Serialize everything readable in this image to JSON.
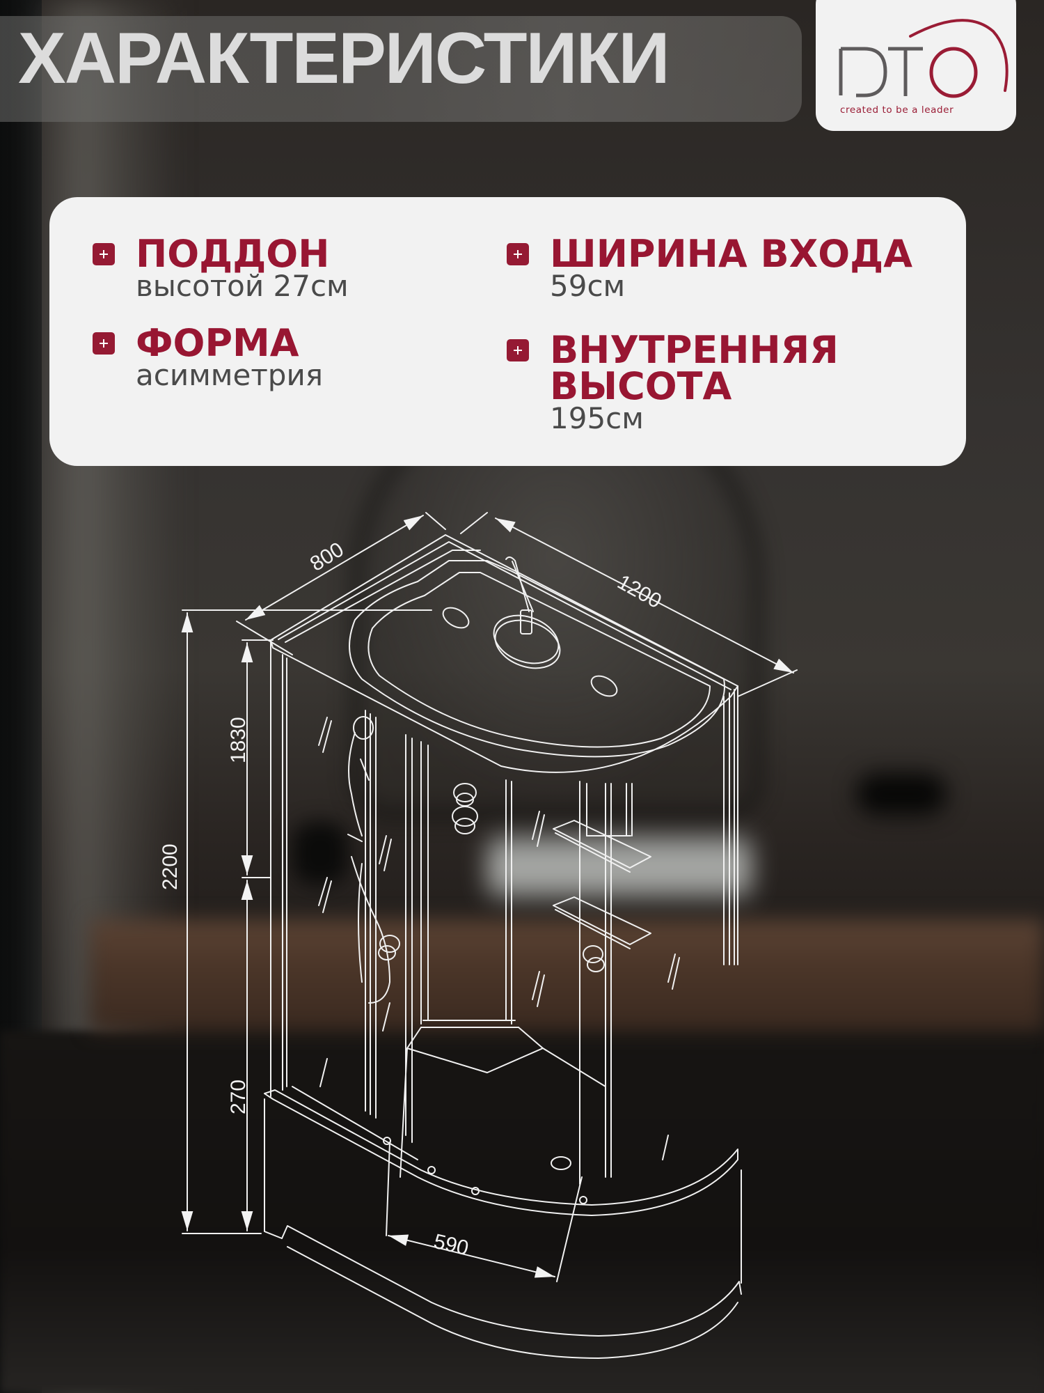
{
  "header": {
    "title": "ХАРАКТЕРИСТИКИ"
  },
  "logo": {
    "wordmark": "DTO",
    "tagline": "created to be a leader",
    "colors": {
      "gray": "#5e5b5c",
      "red": "#9a1c35"
    }
  },
  "specs": {
    "items": [
      {
        "icon": "plus-icon",
        "title": "ПОДДОН",
        "value": "высотой 27см"
      },
      {
        "icon": "plus-icon",
        "title": "ФОРМА",
        "value": "асимметрия"
      },
      {
        "icon": "plus-icon",
        "title": "ШИРИНА ВХОДА",
        "value": "59см"
      },
      {
        "icon": "plus-icon",
        "title_line1": "ВНУТРЕННЯЯ",
        "title_line2": "ВЫСОТА",
        "value": "195см"
      }
    ],
    "colors": {
      "heading": "#981632",
      "value": "#4a4a4a",
      "card": "#f2f2f2",
      "icon_bg": "#951a33"
    }
  },
  "diagram": {
    "subject": "shower-cabin-line-drawing",
    "dimensions": {
      "depth": "800",
      "length": "1200",
      "total_height": "2200",
      "cabin_height": "1830",
      "tray_height": "270",
      "entrance_width": "590"
    }
  }
}
